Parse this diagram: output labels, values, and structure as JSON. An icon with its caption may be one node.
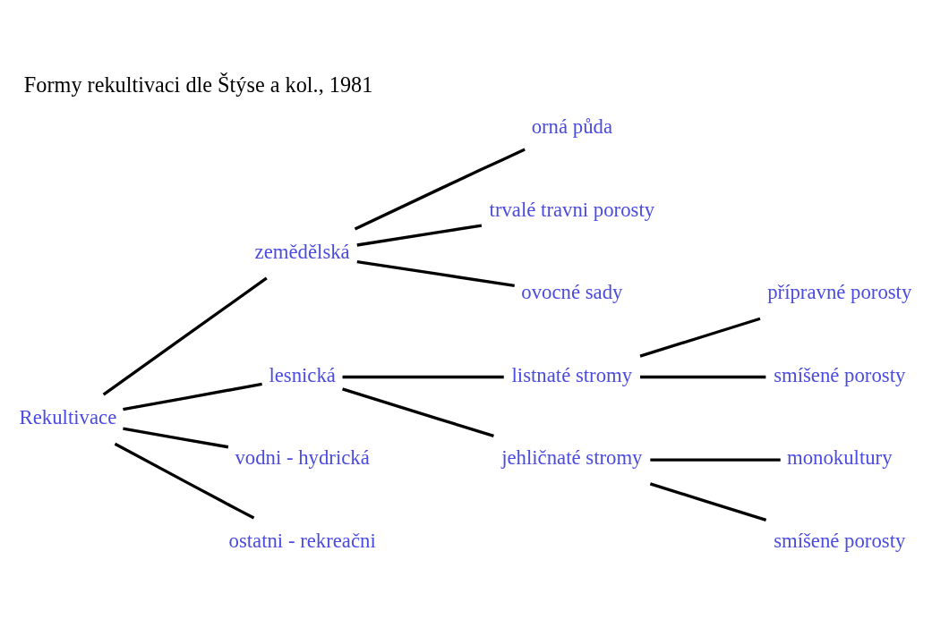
{
  "diagram": {
    "title": "Formy rekultivaci dle Štýse a kol., 1981",
    "nodes": [
      {
        "text": [
          "Rekultivace"
        ]
      },
      {
        "text": [
          "zemědělská"
        ]
      },
      {
        "text": [
          "orná půda"
        ]
      },
      {
        "text": [
          "trvalé travni porosty"
        ]
      },
      {
        "text": [
          "ovocné sady"
        ]
      },
      {
        "text": [
          "lesnická"
        ]
      },
      {
        "text": [
          "listnaté stromy"
        ]
      },
      {
        "text": [
          "přípravné porosty"
        ]
      },
      {
        "text": [
          "smíšené porosty"
        ]
      },
      {
        "text": [
          "jehličnaté stromy"
        ]
      },
      {
        "text": [
          "monokultury"
        ]
      },
      {
        "text": [
          "smíšené porosty"
        ]
      },
      {
        "text": [
          "vodni - hydrická"
        ]
      },
      {
        "text": [
          "ostatni - rekreačni"
        ]
      }
    ],
    "edges": [
      {
        "from": 0,
        "to": 1,
        "arrow": "none"
      },
      {
        "from": 1,
        "to": 2,
        "arrow": "none"
      },
      {
        "from": 1,
        "to": 3,
        "arrow": "none"
      },
      {
        "from": 1,
        "to": 4,
        "arrow": "none"
      },
      {
        "from": 0,
        "to": 5,
        "arrow": "none"
      },
      {
        "from": 5,
        "to": 6,
        "arrow": "none"
      },
      {
        "from": 6,
        "to": 7,
        "arrow": "none"
      },
      {
        "from": 6,
        "to": 8,
        "arrow": "none"
      },
      {
        "from": 5,
        "to": 9,
        "arrow": "none"
      },
      {
        "from": 9,
        "to": 10,
        "arrow": "none"
      },
      {
        "from": 9,
        "to": 11,
        "arrow": "none"
      },
      {
        "from": 0,
        "to": 12,
        "arrow": "none"
      },
      {
        "from": 0,
        "to": 13,
        "arrow": "none"
      }
    ]
  }
}
